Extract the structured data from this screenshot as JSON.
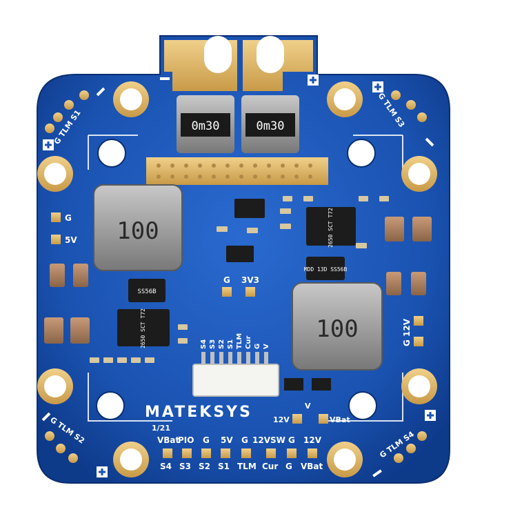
{
  "brand": "MATEKSYS",
  "version": "1/21",
  "resistor_marks": [
    "0m30",
    "0m30"
  ],
  "inductor_marks": [
    "100",
    "100"
  ],
  "ic_marks": {
    "top_right_ic": "2650 SCT T72",
    "mid_diode": "MDD 13D SS56B",
    "left_diode": "SS56B",
    "left_ic": "2650 SCT T72"
  },
  "pad_labels": {
    "top": [
      "VBat",
      "PIO",
      "G",
      "5V",
      "G",
      "12VSW",
      "G",
      "12V"
    ],
    "bottom": [
      "S4",
      "S3",
      "S2",
      "S1",
      "TLM",
      "Cur",
      "G",
      "VBat"
    ]
  },
  "motor_labels": {
    "s1": "G TLM S1",
    "s2": "G TLM S2",
    "s3": "G TLM S3",
    "s4": "G TLM S4"
  },
  "power_labels": {
    "g5v_g": "G",
    "g5v_v": "5V",
    "g3v3_g": "G",
    "g3v3_v": "3V3",
    "g12v": "G 12V"
  },
  "connector_labels": [
    "S4",
    "S3",
    "S2",
    "S1",
    "TLM",
    "Cur",
    "G",
    "V"
  ],
  "jumper_labels": {
    "left": "12V",
    "mid": "V",
    "right": "VBat"
  },
  "colors": {
    "pcb": "#1a56b8",
    "gold": "#d8b060",
    "silver": "#9a9a9a"
  }
}
